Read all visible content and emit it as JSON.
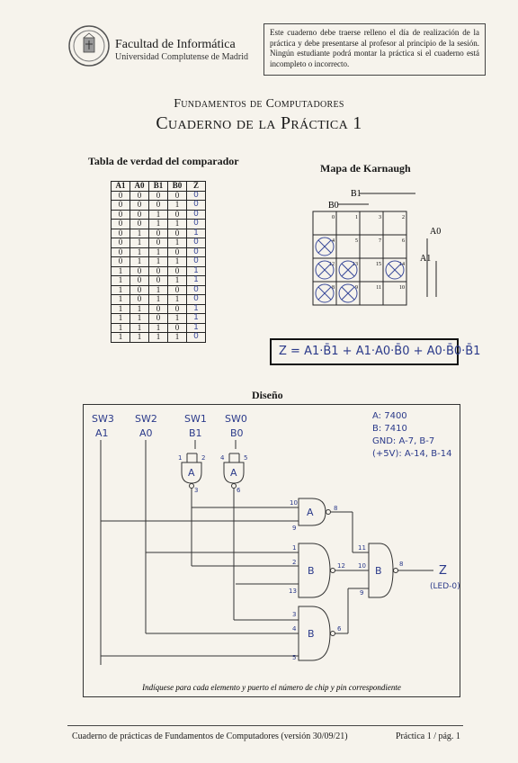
{
  "header": {
    "faculty": "Facultad de Informática",
    "university": "Universidad Complutense de Madrid",
    "notice": "Este cuaderno debe traerse relleno el día de realización de la práctica y debe presentarse al profesor al principio de la sesión. Ningún estudiante podrá montar la práctica si el cuaderno está incompleto o incorrecto."
  },
  "course": "Fundamentos de Computadores",
  "title": "Cuaderno de la Práctica 1",
  "truth_table": {
    "title": "Tabla de verdad del comparador",
    "headers": [
      "A1",
      "A0",
      "B1",
      "B0",
      "Z"
    ],
    "rows": [
      [
        "0",
        "0",
        "0",
        "0",
        "0"
      ],
      [
        "0",
        "0",
        "0",
        "1",
        "0"
      ],
      [
        "0",
        "0",
        "1",
        "0",
        "0"
      ],
      [
        "0",
        "0",
        "1",
        "1",
        "0"
      ],
      [
        "0",
        "1",
        "0",
        "0",
        "1"
      ],
      [
        "0",
        "1",
        "0",
        "1",
        "0"
      ],
      [
        "0",
        "1",
        "1",
        "0",
        "0"
      ],
      [
        "0",
        "1",
        "1",
        "1",
        "0"
      ],
      [
        "1",
        "0",
        "0",
        "0",
        "1"
      ],
      [
        "1",
        "0",
        "0",
        "1",
        "1"
      ],
      [
        "1",
        "0",
        "1",
        "0",
        "0"
      ],
      [
        "1",
        "0",
        "1",
        "1",
        "0"
      ],
      [
        "1",
        "1",
        "0",
        "0",
        "1"
      ],
      [
        "1",
        "1",
        "0",
        "1",
        "1"
      ],
      [
        "1",
        "1",
        "1",
        "0",
        "1"
      ],
      [
        "1",
        "1",
        "1",
        "1",
        "0"
      ]
    ]
  },
  "karnaugh": {
    "title": "Mapa de Karnaugh",
    "label_b1": "B1",
    "label_b0": "B0",
    "label_a0": "A0",
    "label_a1": "A1",
    "cells": [
      "0",
      "1",
      "3",
      "2",
      "4",
      "5",
      "7",
      "6",
      "12",
      "13",
      "15",
      "14",
      "8",
      "9",
      "11",
      "10"
    ]
  },
  "equation": "Z = A1·B̄1 + A1·A0·B̄0 + A0·B̄0·B̄1",
  "design": {
    "title": "Diseño",
    "switches": [
      "SW3",
      "SW2",
      "SW1",
      "SW0"
    ],
    "switch_vars": [
      "A1",
      "A0",
      "B1",
      "B0"
    ],
    "chips_note": [
      "A: 7400",
      "B: 7410",
      "GND: A-7, B-7",
      "(+5V): A-14, B-14"
    ],
    "gate_labels": [
      "A",
      "A",
      "A",
      "B",
      "B",
      "B"
    ],
    "pins": [
      "1",
      "2",
      "3",
      "4",
      "5",
      "6",
      "10",
      "9",
      "8",
      "1",
      "2",
      "13",
      "12",
      "3",
      "4",
      "5",
      "6",
      "11",
      "10",
      "9",
      "8"
    ],
    "output": "Z",
    "output_note": "(LED-0)",
    "caption": "Indíquese para cada elemento y puerto el número de chip y pin correspondiente"
  },
  "footer": {
    "left": "Cuaderno de prácticas de Fundamentos de Computadores (versión 30/09/21)",
    "right": "Práctica 1 / pág. 1"
  }
}
